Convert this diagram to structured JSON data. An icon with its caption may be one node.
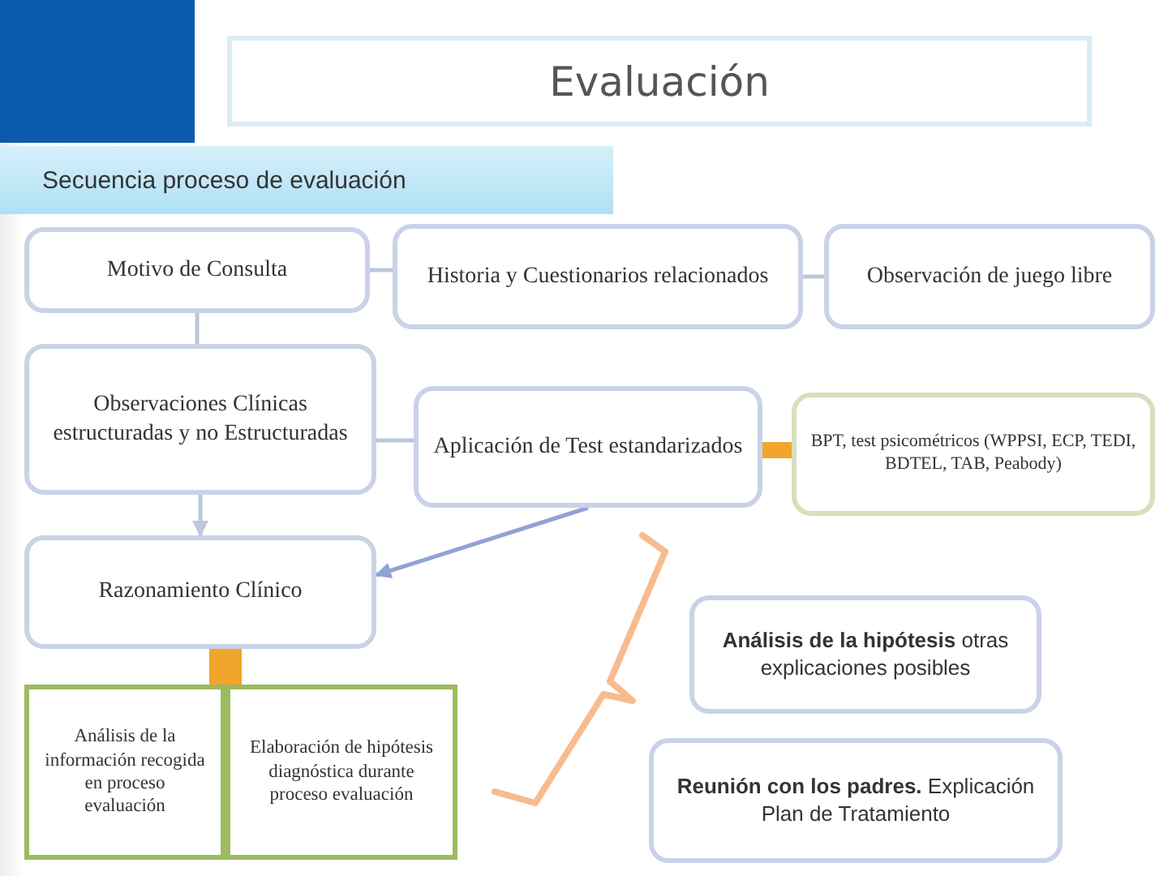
{
  "diagram": {
    "title": "Evaluación",
    "nodes": [
      {
        "text": [
          "Secuencia proceso de evaluación"
        ]
      },
      {
        "text": [
          "Motivo de Consulta"
        ]
      },
      {
        "text": [
          "Historia y Cuestionarios relacionados"
        ]
      },
      {
        "text": [
          "Observación de juego libre"
        ]
      },
      {
        "text": [
          "Observaciones Clínicas estructuradas y no Estructuradas"
        ]
      },
      {
        "text": [
          "Aplicación de Test estandarizados"
        ]
      },
      {
        "text": [
          "BPT, test psicométricos (WPPSI, ECP, TEDI, BDTEL, TAB, Peabody)"
        ]
      },
      {
        "text": [
          "Razonamiento Clínico"
        ]
      },
      {
        "text": [
          "Análisis de la información recogida en proceso evaluación"
        ]
      },
      {
        "text": [
          "Elaboración de hipótesis diagnóstica durante proceso evaluación"
        ]
      },
      {
        "text": [
          "**Análisis de la hipótesis** otras explicaciones posibles"
        ]
      },
      {
        "text": [
          "**Reunión con los padres.** Explicación Plan de Tratamiento"
        ]
      }
    ],
    "edges": [
      {
        "from": 1,
        "to": 2,
        "arrow": "none"
      },
      {
        "from": 2,
        "to": 3,
        "arrow": "none"
      },
      {
        "from": 1,
        "to": 4,
        "arrow": "none"
      },
      {
        "from": 4,
        "to": 5,
        "arrow": "none"
      },
      {
        "from": 4,
        "to": 7,
        "arrow": "to"
      },
      {
        "from": 5,
        "to": 7,
        "arrow": "to",
        "color": "#8fa3d4"
      },
      {
        "from": 5,
        "to": 6,
        "arrow": "none",
        "style": "thick",
        "color": "#f2a52b"
      },
      {
        "from": 7,
        "to": 8,
        "arrow": "none",
        "style": "thick",
        "color": "#f2a52b"
      },
      {
        "from": 7,
        "to": 9,
        "arrow": "none",
        "style": "thick",
        "color": "#f2a52b"
      }
    ]
  }
}
